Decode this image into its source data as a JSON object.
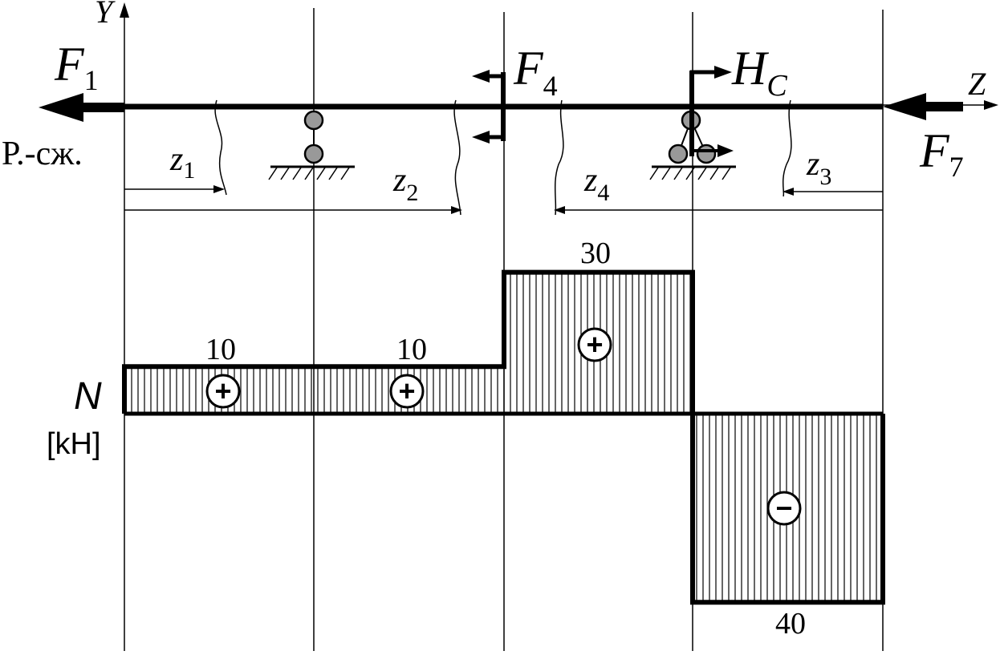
{
  "labels": {
    "y_axis": "Y",
    "z_axis": "Z",
    "F1": "F",
    "F1_sub": "1",
    "F4": "F",
    "F4_sub": "4",
    "F7": "F",
    "F7_sub": "7",
    "HC": "H",
    "HC_sub": "C",
    "z1": "z",
    "z1_sub": "1",
    "z2": "z",
    "z2_sub": "2",
    "z3": "z",
    "z3_sub": "3",
    "z4": "z",
    "z4_sub": "4",
    "rsj": "Р.-сж.",
    "N": "N",
    "unit": "[kH]"
  },
  "chart_data": {
    "type": "bar",
    "quantity": "N",
    "unit": "[kH]",
    "segments": [
      {
        "value": 10,
        "label": "10",
        "sign": "+"
      },
      {
        "value": 10,
        "label": "10",
        "sign": "+"
      },
      {
        "value": 30,
        "label": "30",
        "sign": "+"
      },
      {
        "value": -40,
        "label": "40",
        "sign": "−"
      }
    ]
  }
}
